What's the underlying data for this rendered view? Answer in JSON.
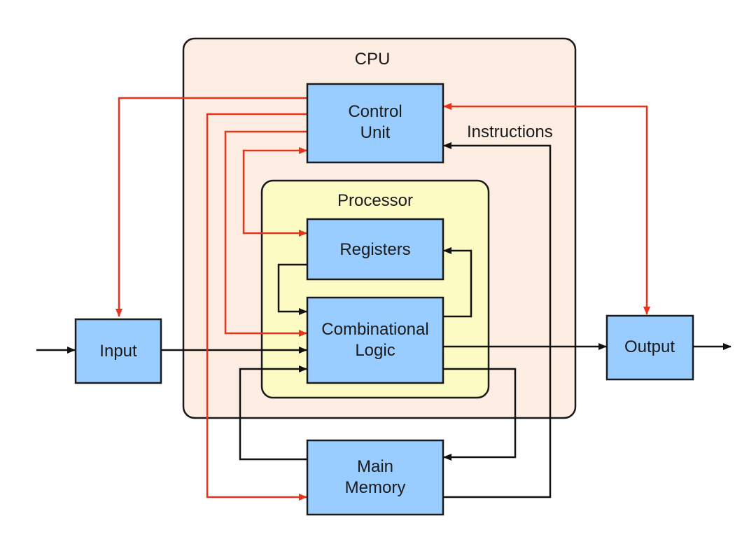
{
  "colors": {
    "cpu_fill": "#fdede3",
    "processor_fill": "#fdfbc4",
    "block_fill": "#99ccff",
    "outline": "#1a1a1a",
    "control_signal": "#e8331c",
    "data_signal": "#111111",
    "background": "#ffffff"
  },
  "cpu": {
    "label": "CPU"
  },
  "processor": {
    "label": "Processor"
  },
  "control_unit": {
    "line1": "Control",
    "line2": "Unit"
  },
  "registers": {
    "label": "Registers"
  },
  "combinational_logic": {
    "line1": "Combinational",
    "line2": "Logic"
  },
  "main_memory": {
    "line1": "Main",
    "line2": "Memory"
  },
  "input": {
    "label": "Input"
  },
  "output": {
    "label": "Output"
  },
  "instructions_label": "Instructions"
}
